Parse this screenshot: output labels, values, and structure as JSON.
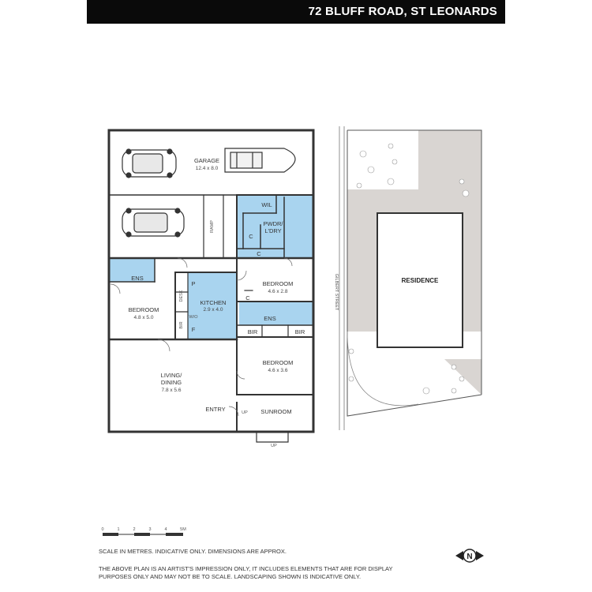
{
  "header": {
    "title": "72 BLUFF ROAD, ST LEONARDS"
  },
  "rooms": {
    "garage": {
      "name": "GARAGE",
      "dims": "12.4 x 8.0"
    },
    "wil": {
      "name": "WIL"
    },
    "pwdr": {
      "name": "PWDR/",
      "name2": "L'DRY"
    },
    "ramp": {
      "name": "RAMP"
    },
    "ens_left": {
      "name": "ENS"
    },
    "bedroom_left": {
      "name": "BEDROOM",
      "dims": "4.8 x 5.0"
    },
    "kitchen": {
      "name": "KITCHEN",
      "dims": "2.9 x 4.0"
    },
    "desk": {
      "name": "DESK"
    },
    "p": {
      "name": "P"
    },
    "f": {
      "name": "F"
    },
    "bir_k": {
      "name": "BIR"
    },
    "wo": {
      "name": "W/O"
    },
    "bedroom_mid": {
      "name": "BEDROOM",
      "dims": "4.6 x 2.8"
    },
    "ens_mid": {
      "name": "ENS"
    },
    "bir_a": {
      "name": "BIR"
    },
    "bir_b": {
      "name": "BIR"
    },
    "c1": {
      "name": "C"
    },
    "c2": {
      "name": "C"
    },
    "c3": {
      "name": "C"
    },
    "bedroom_right": {
      "name": "BEDROOM",
      "dims": "4.6 x 3.6"
    },
    "living": {
      "name": "LIVING/",
      "name2": "DINING",
      "dims": "7.8 x 5.6"
    },
    "entry": {
      "name": "ENTRY"
    },
    "sunroom": {
      "name": "SUNROOM"
    },
    "up1": {
      "name": "UP"
    },
    "up2": {
      "name": "UP"
    }
  },
  "site": {
    "street": "GILBERT STREET",
    "residence": "RESIDENCE"
  },
  "scale": {
    "ticks": [
      "0",
      "1",
      "2",
      "3",
      "4",
      "5M"
    ],
    "note": "SCALE IN METRES. INDICATIVE ONLY. DIMENSIONS ARE APPROX."
  },
  "disclaimer": "THE ABOVE PLAN IS AN ARTIST'S IMPRESSION ONLY, IT INCLUDES ELEMENTS THAT ARE FOR DISPLAY PURPOSES ONLY AND MAY NOT BE TO SCALE. LANDSCAPING SHOWN IS INDICATIVE ONLY.",
  "compass": {
    "label": "N"
  },
  "colors": {
    "wet_area": "#a9d4ef",
    "site_fill": "#d9d5d2",
    "header_bg": "#0a0a0a"
  }
}
